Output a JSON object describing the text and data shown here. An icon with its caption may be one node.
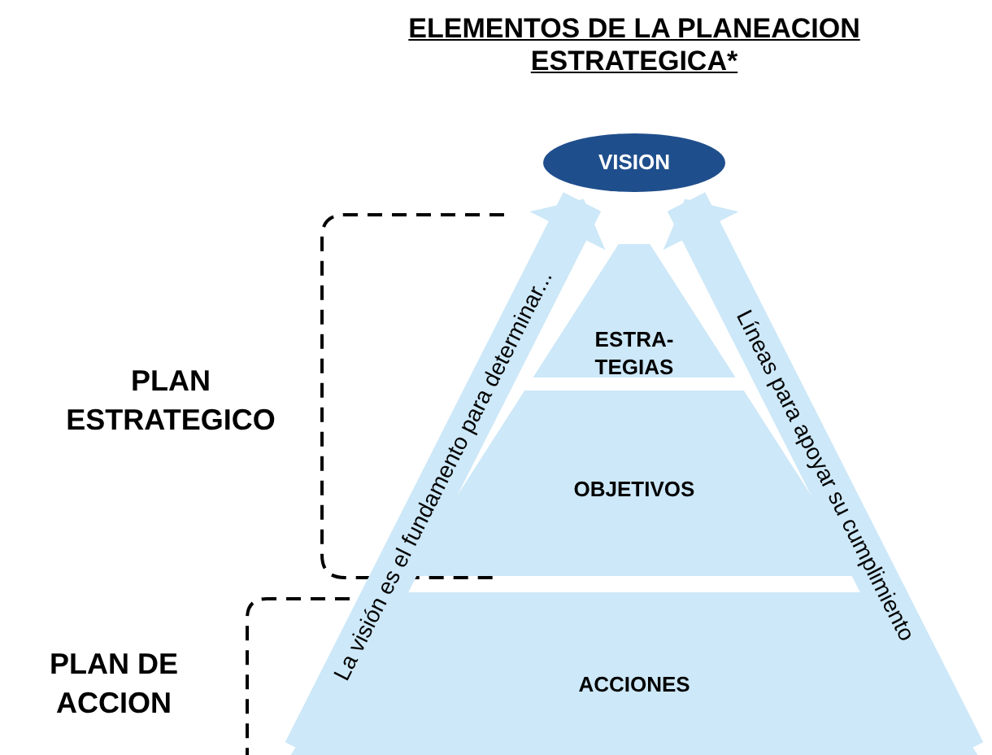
{
  "diagram": {
    "title": "ELEMENTOS DE LA PLANEACION ESTRATEGICA*",
    "nodes": [
      {
        "text": [
          "VISION"
        ]
      },
      {
        "text": [
          "ESTRA- TEGIAS"
        ]
      },
      {
        "text": [
          "OBJETIVOS"
        ]
      },
      {
        "text": [
          "ACCIONES"
        ]
      }
    ],
    "edges": [
      {
        "from": 3,
        "to": 0,
        "arrow": "to",
        "label": "La visión es el fundamento para determinar..."
      },
      {
        "from": 3,
        "to": 0,
        "arrow": "to",
        "label": "Líneas para apoyar su cumplimiento"
      }
    ],
    "labels": [
      "PLAN ESTRATEGICO",
      "PLAN DE ACCION"
    ]
  }
}
